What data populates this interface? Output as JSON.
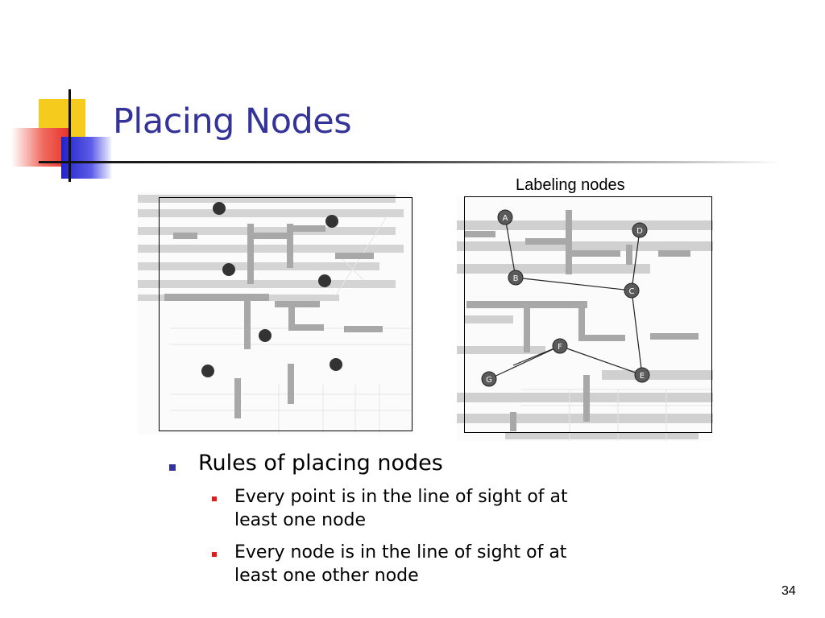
{
  "slide": {
    "title": "Placing Nodes",
    "caption": "Labeling nodes",
    "page_number": "34"
  },
  "bullets": {
    "main": "Rules of placing nodes",
    "sub": [
      {
        "line1": "Every point is in the line of sight of at",
        "line2": "least one node"
      },
      {
        "line1": "Every node is in the line of sight of at",
        "line2": "least one other node"
      }
    ]
  },
  "figure": {
    "node_labels": [
      "A",
      "B",
      "C",
      "D",
      "E",
      "F",
      "G"
    ],
    "edges": [
      [
        "A",
        "B"
      ],
      [
        "B",
        "C"
      ],
      [
        "C",
        "D"
      ],
      [
        "C",
        "E"
      ],
      [
        "E",
        "F"
      ],
      [
        "F",
        "G"
      ]
    ]
  },
  "colors": {
    "title": "#333399",
    "bullet_main": "#333399",
    "bullet_sub": "#e31a1a",
    "deco_yellow": "#f5cc1e",
    "deco_red": "#e8322a",
    "deco_blue": "#2222c8"
  }
}
